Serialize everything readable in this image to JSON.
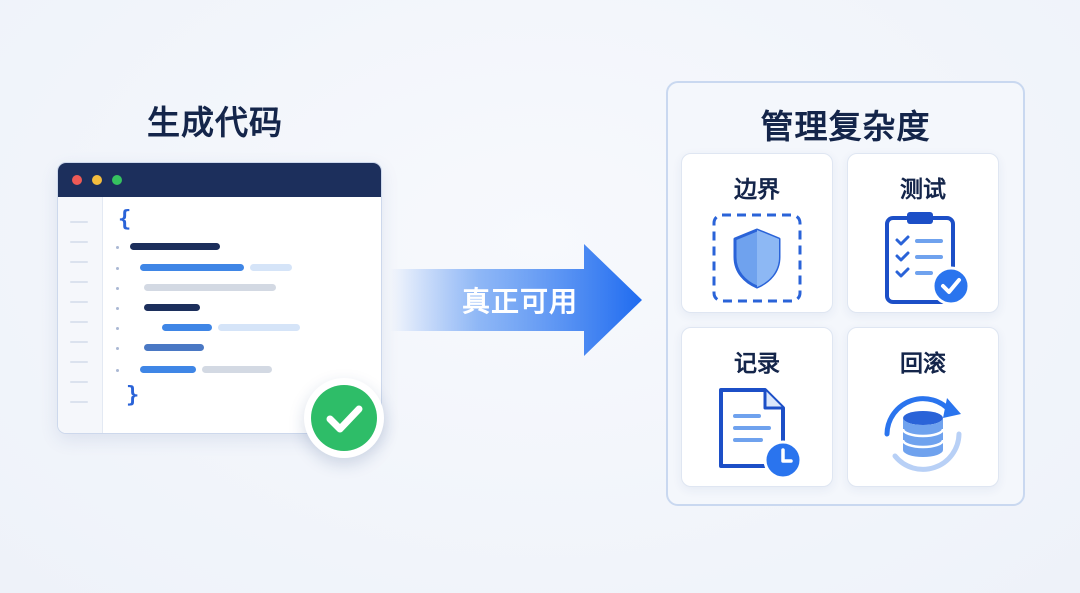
{
  "left": {
    "title": "生成代码"
  },
  "editor": {
    "open_brace": "{",
    "close_brace": "}"
  },
  "arrow": {
    "label": "真正可用"
  },
  "panel": {
    "title": "管理复杂度",
    "cards": [
      {
        "label": "边界",
        "icon": "shield-icon"
      },
      {
        "label": "测试",
        "icon": "clipboard-check-icon"
      },
      {
        "label": "记录",
        "icon": "document-clock-icon"
      },
      {
        "label": "回滚",
        "icon": "database-rollback-icon"
      }
    ]
  },
  "colors": {
    "navy": "#1c2f5c",
    "blue": "#2a63d8",
    "light_blue": "#6fa2ee",
    "green": "#2ebd68",
    "title_text": "#14254a"
  }
}
